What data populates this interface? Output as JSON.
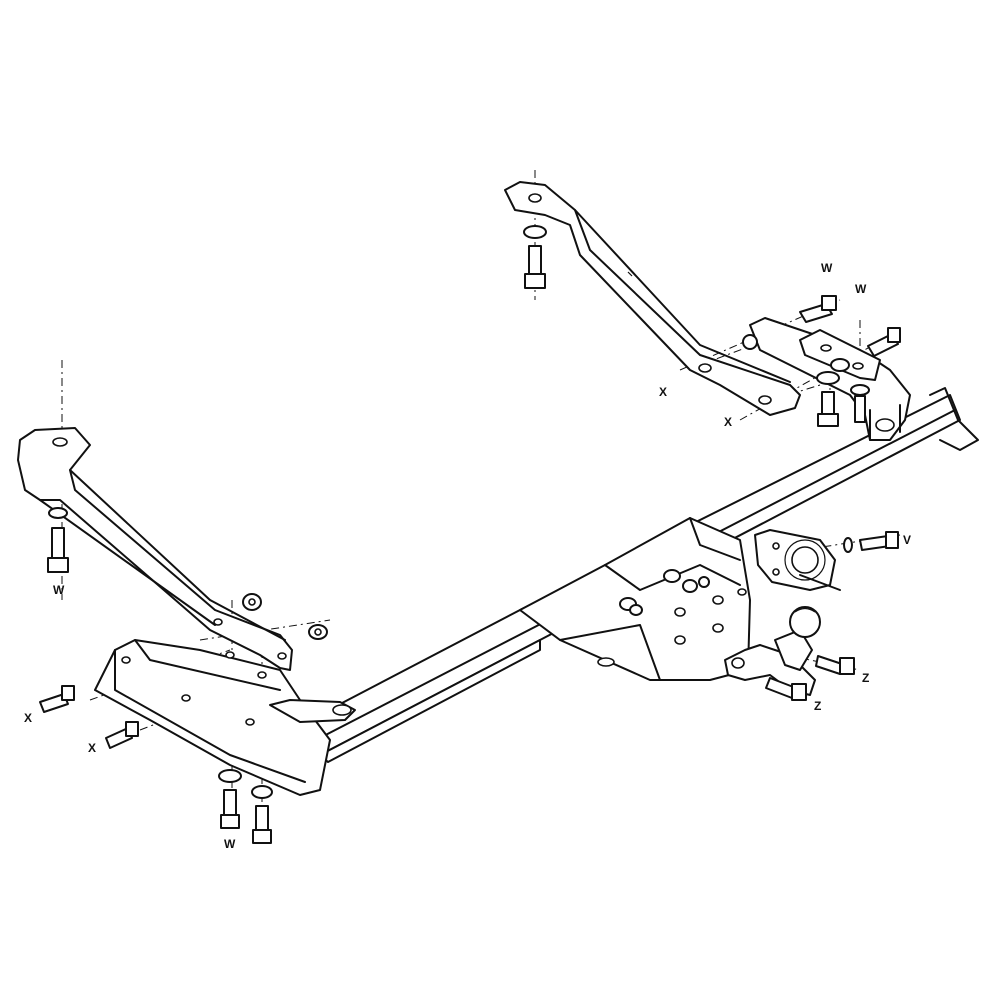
{
  "labels": {
    "w": "W",
    "x": "X",
    "v": "V",
    "z": "Z"
  }
}
